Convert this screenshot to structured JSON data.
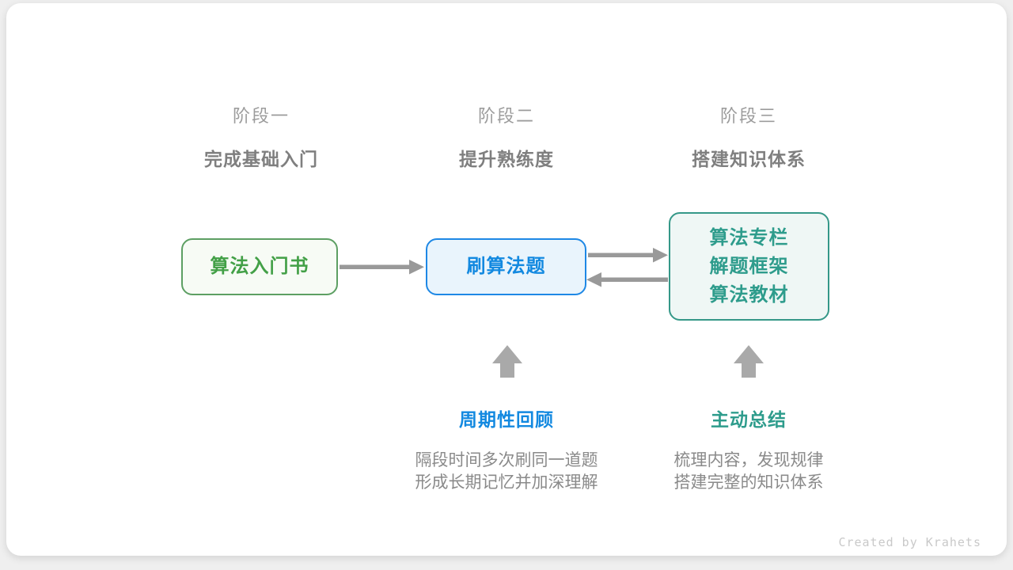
{
  "stages": [
    {
      "label": "阶段一",
      "subtitle": "完成基础入门"
    },
    {
      "label": "阶段二",
      "subtitle": "提升熟练度"
    },
    {
      "label": "阶段三",
      "subtitle": "搭建知识体系"
    }
  ],
  "boxes": [
    {
      "lines": [
        "算法入门书"
      ]
    },
    {
      "lines": [
        "刷算法题"
      ]
    },
    {
      "lines": [
        "算法专栏",
        "解题框架",
        "算法教材"
      ]
    }
  ],
  "annotations": [
    {
      "title": "周期性回顾",
      "desc_line1": "隔段时间多次刷同一道题",
      "desc_line2": "形成长期记忆并加深理解"
    },
    {
      "title": "主动总结",
      "desc_line1": "梳理内容，发现规律",
      "desc_line2": "搭建完整的知识体系"
    }
  ],
  "credit": "Created by Krahets",
  "colors": {
    "page_background": "#efefef",
    "card_background": "#ffffff",
    "stage_label_gray": "#9c9c9c",
    "stage_subtitle_gray": "#7f7f7f",
    "box1_green": "#43a047",
    "box1_border": "#5d9f63",
    "box1_bg": "#f7fbf5",
    "box2_blue": "#1389e0",
    "box2_border": "#1e88e5",
    "box2_bg": "#e9f4fc",
    "box3_teal": "#2e9c8c",
    "box3_border": "#359888",
    "box3_bg": "#eff7f5",
    "arrow_gray": "#999999",
    "up_arrow_gray": "#a9a9a9",
    "desc_gray": "#8a8a8a",
    "credit_gray": "#c9c9c9"
  }
}
